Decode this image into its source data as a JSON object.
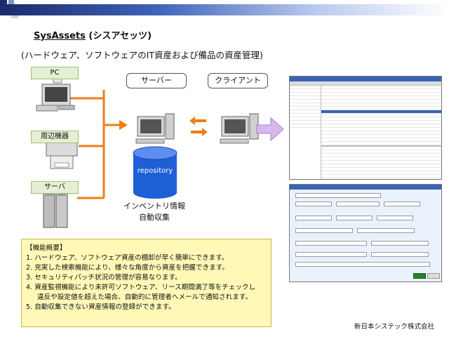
{
  "colors": {
    "accent_orange": "#ef7d1a",
    "blue_db": "#1f5fd6",
    "yellow_box": "#fff8b7",
    "label_green": "#e4f0d3",
    "arrow_purple": "#d8b9ef"
  },
  "title": {
    "brand": "SysAssets",
    "reading": "(シスアセッツ)"
  },
  "subtitle": "(ハードウェア、ソフトウェアのIT資産および備品の資産管理)",
  "categories": [
    "PC",
    "周辺機器",
    "サーバ"
  ],
  "server_label": "サーバー",
  "client_label": "クライアント",
  "repository_label": "repository",
  "inventory": {
    "line1": "インベントリ情報",
    "line2": "自動収集"
  },
  "features": {
    "heading": "【機能概要】",
    "items": [
      "1. ハードウェア、ソフトウェア資産の棚卸が早く簡単にできます。",
      "2. 充実した検索機能により、様々な角度から資産を把握できます。",
      "3. セキュリティパッチ状況の管理が容易なります。",
      "4. 資産監視機能により未許可ソフトウェア、リース期間満了等をチェックし",
      "   違反や設定値を超えた場合、自動的に管理者へメールで通知されます。",
      "5. 自動収集できない資産情報の登録ができます。"
    ]
  },
  "company": "新日本システック株式会社",
  "icons": [
    "pc-icon",
    "printer-icon",
    "server-rack-icon",
    "database-icon",
    "arrow-icon"
  ]
}
